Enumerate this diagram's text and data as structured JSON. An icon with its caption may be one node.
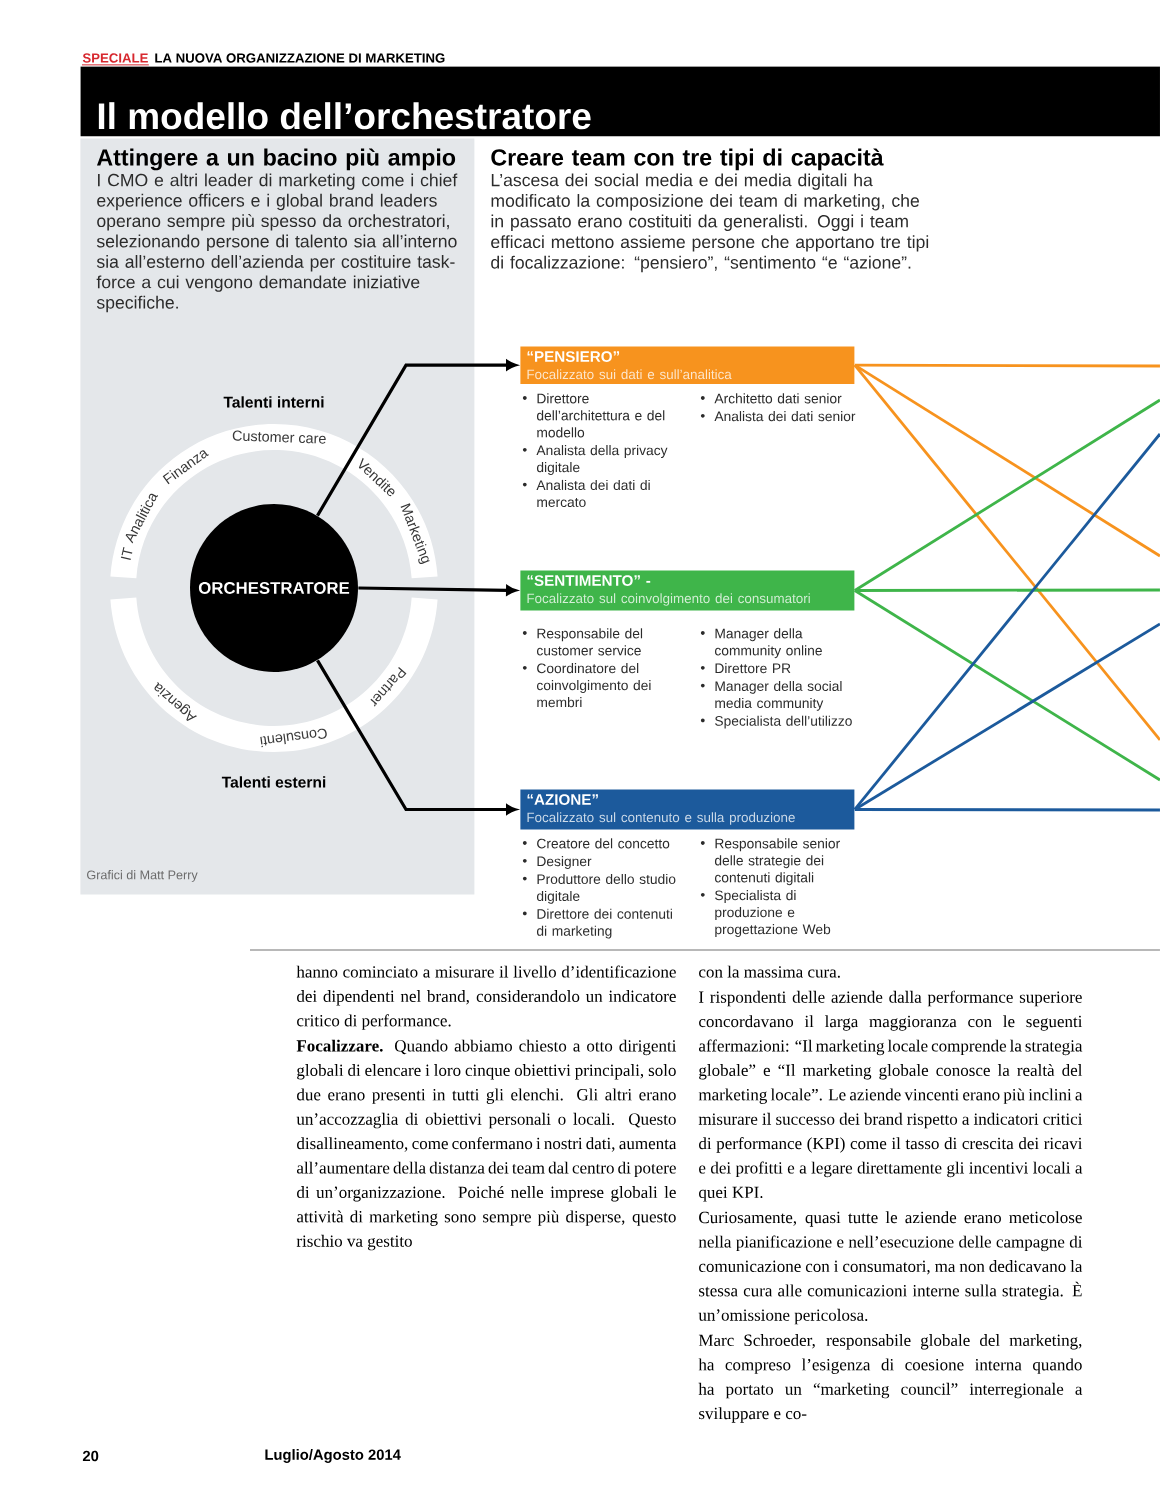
{
  "diagram": {
    "title": "Il modello dell’orchestratore",
    "nodes": [
      {
        "text": [
          "Attingere a un bacino più ampio",
          "I CMO e altri leader di marketing come i chief experience officers e i global brand leaders operano sempre più spesso da orchestratori, selezionando persone di talento sia all’interno sia all’esterno dell’azienda per costituire task-force a cui vengono demandate iniziative specifiche.",
          "Grafici di Matt Perry"
        ]
      },
      {
        "text": [
          "ORCHESTRATORE"
        ],
        "in": 0
      },
      {
        "text": [
          "“PENSIERO”",
          "Focalizzato sui dati e sull’analitica"
        ],
        "beside": [
          "Direttore dell’architettura e del modello",
          "Analista della privacy digitale",
          "Analista dei dati di mercato",
          "Architetto dati senior",
          "Analista dei dati senior"
        ]
      },
      {
        "text": [
          "“SENTIMENTO” -",
          "Focalizzato sul coinvolgimento dei consumatori"
        ],
        "beside": [
          "Responsabile del customer service",
          "Coordinatore del coinvolgimento dei membri",
          "Manager della community online",
          "Direttore PR",
          "Manager della social media community",
          "Specialista dell’utilizzo"
        ]
      },
      {
        "text": [
          "“AZIONE”",
          "Focalizzato sul contenuto e sulla produzione"
        ],
        "beside": [
          "Creatore del concetto",
          "Designer",
          "Produttore dello studio digitale",
          "Direttore dei contenuti di marketing",
          "Responsabile senior delle strategie dei contenuti digitali",
          "Specialista di produzione e progettazione Web"
        ]
      }
    ],
    "edges": [
      {
        "from": 1,
        "to": 2,
        "arrow": "to"
      },
      {
        "from": 1,
        "to": 3,
        "arrow": "to"
      },
      {
        "from": 1,
        "to": 4,
        "arrow": "to"
      },
      {
        "from": 2,
        "to": null,
        "arrow": "none",
        "color": "#f7931e"
      },
      {
        "from": 2,
        "to": null,
        "arrow": "none",
        "color": "#f7931e"
      },
      {
        "from": 2,
        "to": null,
        "arrow": "none",
        "color": "#f7931e"
      },
      {
        "from": 3,
        "to": null,
        "arrow": "none",
        "color": "#3fb54a"
      },
      {
        "from": 3,
        "to": null,
        "arrow": "none",
        "color": "#3fb54a"
      },
      {
        "from": 3,
        "to": null,
        "arrow": "none",
        "color": "#3fb54a"
      },
      {
        "from": 4,
        "to": null,
        "arrow": "none",
        "color": "#1c5a9c"
      },
      {
        "from": 4,
        "to": null,
        "arrow": "none",
        "color": "#1c5a9c"
      },
      {
        "from": 4,
        "to": null,
        "arrow": "none",
        "color": "#1c5a9c"
      }
    ],
    "labels": [
      "SPECIALE",
      "LA NUOVA ORGANIZZAZIONE DI MARKETING",
      "Creare team con tre tipi di capacità",
      "L’ascesa dei social media e dei media digitali ha modificato la composizione dei team di marketing, che in passato erano costituiti da generalisti. Oggi i team efficaci mettono assieme persone che apportano tre tipi di focalizzazione: “pensiero”, “sentimento “e “azione”.",
      "Talenti interni",
      "IT",
      "Analitica",
      "Finanza",
      "Customer care",
      "Vendite",
      "Marketing",
      "Agenzia",
      "Consulenti",
      "Partner",
      "Talenti esterni",
      "hanno cominciato a misurare il livello d’identificazione dei dipendenti nel brand, considerandolo un indicatore critico di performance.",
      "**Focalizzare.** Quando abbiamo chiesto a otto dirigenti globali di elencare i loro cinque obiettivi principali, solo due erano presenti in tutti gli elenchi. Gli altri erano un’accozzaglia di obiettivi personali o locali. Questo disallineamento, come confermano i nostri dati, aumenta all’aumentare della distanza dei team dal centro di potere di un’organizzazione. Poiché nelle imprese globali le attività di marketing sono sempre più disperse, questo rischio va gestito",
      "con la massima cura.",
      "I rispondenti delle aziende dalla performance superiore concordavano il larga maggioranza con le seguenti affermazioni: “Il marketing locale comprende la strategia globale” e “Il marketing globale conosce la realtà del marketing locale”. Le aziende vincenti erano più inclini a misurare il successo dei brand rispetto a indicatori critici di performance (KPI) come il tasso di crescita dei ricavi e dei profitti e a legare direttamente gli incentivi locali a quei KPI.",
      "Curiosamente, quasi tutte le aziende erano meticolose nella pianificazione e nell’esecuzione delle campagne di comunicazione con i consumatori, ma non dedicavano la stessa cura alle comunicazioni interne sulla strategia. È un’omissione pericolosa.",
      "Marc Schroeder, responsabile globale del marketing, ha compreso l’esigenza di coesione interna quando ha portato un “marketing council” interregionale a sviluppare e co-",
      "20",
      "Luglio/Agosto 2014"
    ]
  }
}
